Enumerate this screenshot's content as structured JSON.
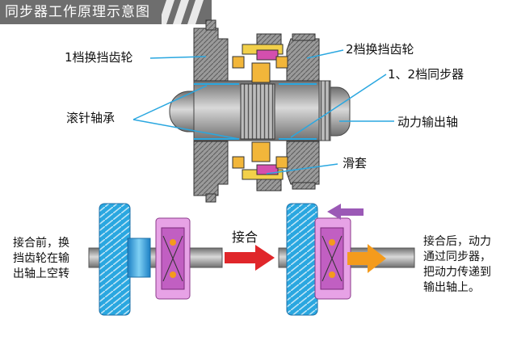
{
  "title": "同步器工作原理示意图",
  "labels": {
    "gear1": "1档换挡齿轮",
    "gear2": "2档换挡齿轮",
    "synchronizer": "1、2档同步器",
    "needle_bearing": "滚针轴承",
    "output_shaft": "动力输出轴",
    "sleeve": "滑套",
    "engage": "接合",
    "before_lines": [
      "接合前，换",
      "挡齿轮在输",
      "出轴上空转"
    ],
    "after_lines": [
      "接合后，动力",
      "通过同步器，",
      "把动力传递到",
      "输出轴上。"
    ]
  },
  "colors": {
    "gear_blue": "#2aa7e0",
    "sync_pink": "#e79be3",
    "arrow_red": "#e0262a",
    "arrow_orange": "#f49b1c",
    "arrow_purple": "#9b59b6",
    "shaft_gray": "#a9a9a9"
  }
}
